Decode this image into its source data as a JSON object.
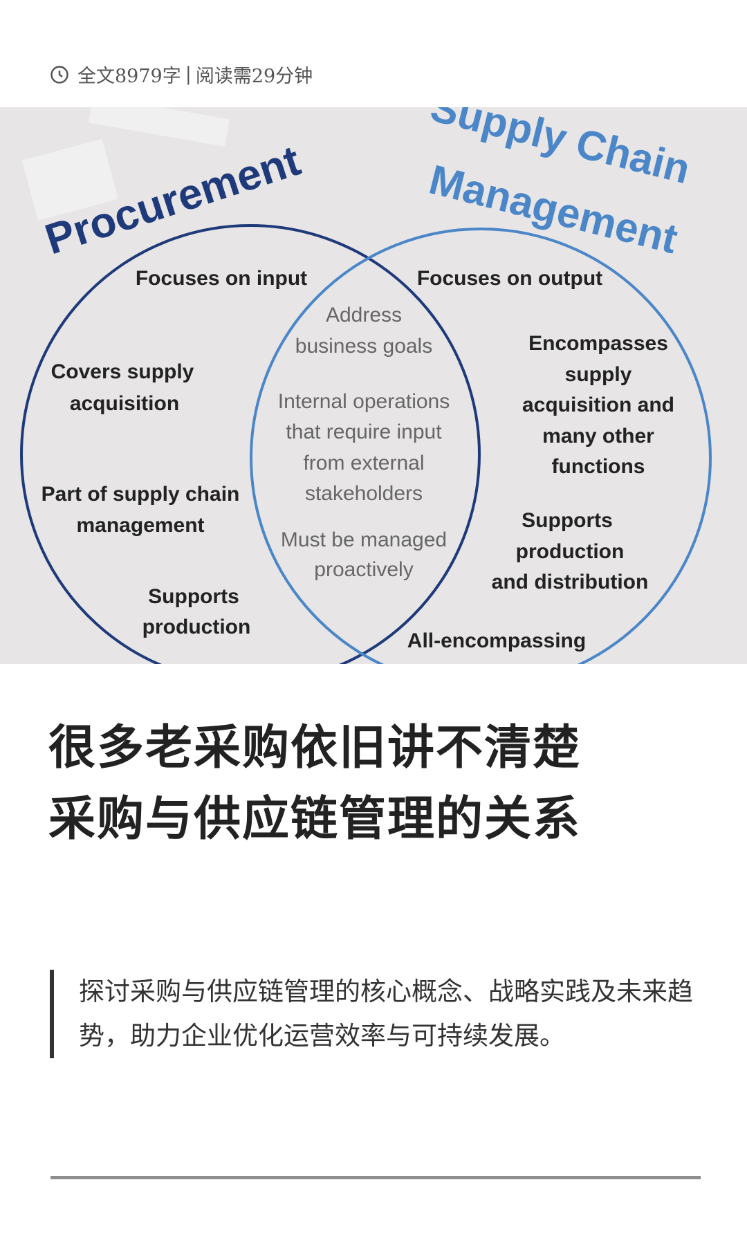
{
  "meta": {
    "icon": "clock-icon",
    "word_count": "全文8979字",
    "separator": "|",
    "reading_time": "阅读需29分钟"
  },
  "diagram": {
    "left_title": "Procurement",
    "right_title_line1": "Supply Chain",
    "right_title_line2": "Management",
    "left_items": [
      "Focuses on input",
      "Covers supply",
      "acquisition",
      "Part of supply chain",
      "management",
      "Supports",
      "production"
    ],
    "middle_items": [
      "Address",
      "business goals",
      "Internal operations",
      "that require input",
      "from external",
      "stakeholders",
      "Must be managed",
      "proactively"
    ],
    "right_items": [
      "Focuses on output",
      "Encompasses",
      "supply",
      "acquisition and",
      "many other",
      "functions",
      "Supports",
      "production",
      "and distribution",
      "All-encompassing"
    ],
    "colors": {
      "left_circle": "#1f3a7a",
      "right_circle": "#4a86c8",
      "background": "#e7e5e5"
    }
  },
  "title": {
    "line1": "很多老采购依旧讲不清楚",
    "line2": "采购与供应链管理的关系"
  },
  "summary": "探讨采购与供应链管理的核心概念、战略实践及未来趋势，助力企业优化运营效率与可持续发展。"
}
